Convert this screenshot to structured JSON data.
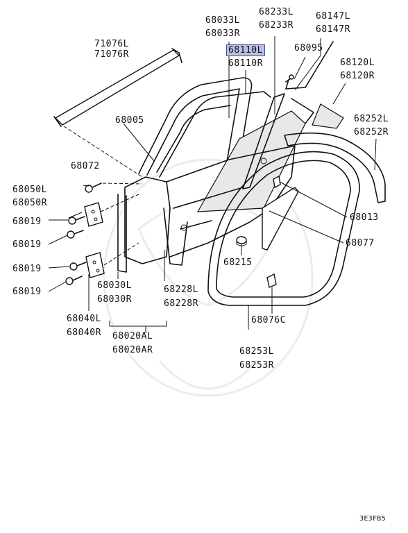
{
  "labels": {
    "p71076": [
      "71076L",
      "71076R"
    ],
    "p68033": [
      "68033L",
      "68033R"
    ],
    "p68233": [
      "68233L",
      "68233R"
    ],
    "p68147": [
      "68147L",
      "68147R"
    ],
    "p68110": [
      "68110L",
      "68110R"
    ],
    "p68095": "68095",
    "p68120": [
      "68120L",
      "68120R"
    ],
    "p68252": [
      "68252L",
      "68252R"
    ],
    "p68005": "68005",
    "p68072": "68072",
    "p68050": [
      "68050L",
      "68050R"
    ],
    "p68019": "68019",
    "p68013": "68013",
    "p68077": "68077",
    "p68215": "68215",
    "p68030": [
      "68030L",
      "68030R"
    ],
    "p68228": [
      "68228L",
      "68228R"
    ],
    "p68076C": "68076C",
    "p68040": [
      "68040L",
      "68040R"
    ],
    "p68020": [
      "68020AL",
      "68020AR"
    ],
    "p68253": [
      "68253L",
      "68253R"
    ]
  },
  "diagram_code": "3E3FB5",
  "colors": {
    "highlight": "#b8bfe6",
    "line": "#111111"
  }
}
